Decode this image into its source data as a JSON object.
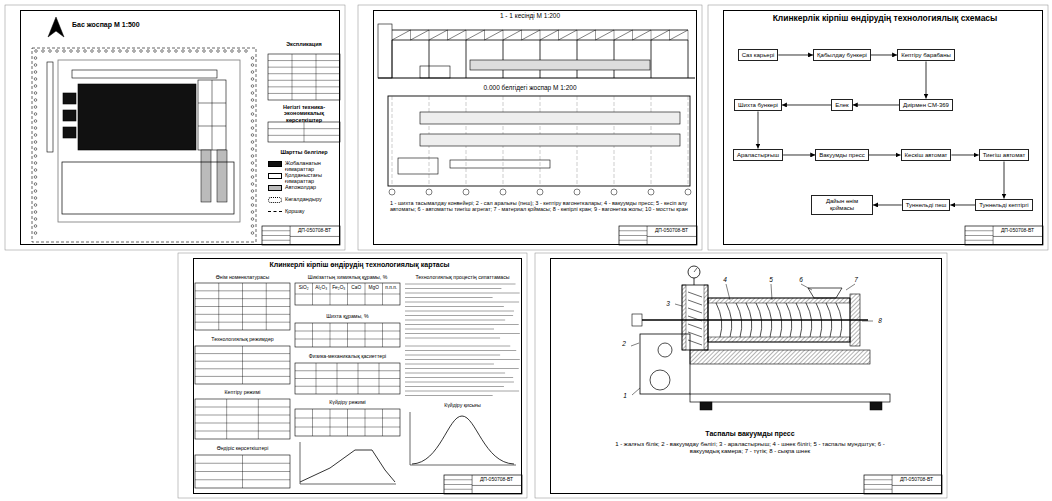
{
  "diagram": {
    "nodes": [
      {
        "text": [
          "Бас жоспар М 1:500"
        ]
      },
      {
        "text": [
          "1 - 1 кесінді М 1:200",
          "0.000 белгідегі жоспар М 1:200",
          "1 - шихта тасымалдау конвейері; 2 - сал аралығы (пеш); 3 - кептіру вагонеткалары; 4 - вакуумды пресс; 5 - кесіп алу автоматы; 6 - автоматты тиегіш агрегат; 7 - материал қоймасы; 8 - көпірлі кран; 9 - вагонетка жолы; 10 - мостты кран"
        ]
      },
      {
        "text": [
          "Клинкерлік кірпіш өндірудің технологиялық схемасы"
        ]
      },
      {
        "text": [
          "Саз карьері"
        ],
        "in": 2
      },
      {
        "text": [
          "Қабылдау бункері"
        ],
        "in": 2
      },
      {
        "text": [
          "Кептіру барабаны"
        ],
        "in": 2
      },
      {
        "text": [
          "Диірмен СМ-369"
        ],
        "in": 2
      },
      {
        "text": [
          "Елек"
        ],
        "in": 2
      },
      {
        "text": [
          "Шихта бункері"
        ],
        "in": 2
      },
      {
        "text": [
          "Араластырғыш"
        ],
        "in": 2
      },
      {
        "text": [
          "Вакуумды пресс"
        ],
        "in": 2
      },
      {
        "text": [
          "Кескіш автомат"
        ],
        "in": 2
      },
      {
        "text": [
          "Тиегіш автомат"
        ],
        "in": 2
      },
      {
        "text": [
          "Туннельді кептіргі"
        ],
        "in": 2
      },
      {
        "text": [
          "Туннельді пеш"
        ],
        "in": 2
      },
      {
        "text": [
          "Дайын өнім қоймасы"
        ],
        "in": 2
      },
      {
        "text": [
          "Клинкерлі кірпіш өндірудің технологиялық картасы"
        ]
      },
      {
        "text": [
          "Таспалы вакуумды пресс",
          "1 - жалғыз білік; 2 - вакуумдау бөлігі; 3 - араластырғыш; 4 - шнек білігі; 5 - таспалы мундштук; 6 - вакуумдық камера; 7 - түтік; 8 - сықпа шнек"
        ]
      }
    ],
    "edges": [
      {
        "from": 3,
        "to": 4,
        "arrow": "to"
      },
      {
        "from": 4,
        "to": 5,
        "arrow": "to"
      },
      {
        "from": 5,
        "to": 6,
        "arrow": "to"
      },
      {
        "from": 6,
        "to": 7,
        "arrow": "to"
      },
      {
        "from": 7,
        "to": 8,
        "arrow": "to"
      },
      {
        "from": 8,
        "to": 9,
        "arrow": "to"
      },
      {
        "from": 9,
        "to": 10,
        "arrow": "to"
      },
      {
        "from": 10,
        "to": 11,
        "arrow": "to"
      },
      {
        "from": 11,
        "to": 12,
        "arrow": "to"
      },
      {
        "from": 12,
        "to": 13,
        "arrow": "to"
      },
      {
        "from": 13,
        "to": 14,
        "arrow": "to"
      },
      {
        "from": 14,
        "to": 15,
        "arrow": "to"
      }
    ],
    "labels": [
      "Экспликация",
      "Негізгі техника-экономикалық көрсеткіштер",
      "Шартты белгілер",
      "ДП-050708-ВТ",
      "ДП-050708-ВТ",
      "ДП-050708-ВТ",
      "Өнім номенклатурасы",
      "Шикізаттың химиялық құрамы, %",
      "Технологиялық процестің сипаттамасы",
      "SiO₂",
      "Al₂O₃",
      "Fe₂O₃",
      "CaO",
      "MgO",
      "п.п.п.",
      "Шихта құрамы, %",
      "Технологиялық режимдер",
      "Физика-механикалық қасиеттері",
      "Кептіру режимі",
      "Күйдіру режимі",
      "Өндіріс көрсеткіштері",
      "Күйдіру қисығы",
      "ДП-050708-ВТ",
      "1",
      "2",
      "3",
      "4",
      "5",
      "6",
      "7",
      "8",
      "ДП-050708-ВТ"
    ],
    "legend": [
      {
        "text": "Жобаланатын ғимараттар",
        "color": "#111111"
      },
      {
        "text": "Қолданыстағы ғимараттар",
        "color": "#ffffff"
      },
      {
        "text": "Автожолдар",
        "color": "#bbbbbb"
      },
      {
        "text": "Көгалдандыру"
      },
      {
        "text": "Қоршау"
      }
    ]
  }
}
